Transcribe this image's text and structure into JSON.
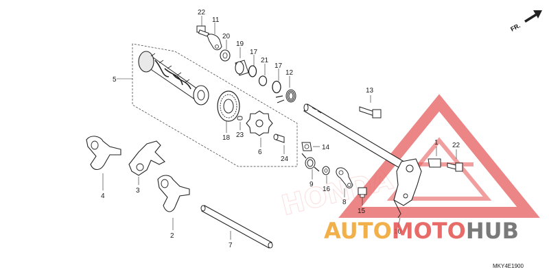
{
  "diagram": {
    "direction_label": "FR.",
    "diagram_code": "MKY4E1900",
    "colors": {
      "line": "#222222",
      "watermark": "#e34b4b",
      "brand_orange": "#f0a22a",
      "brand_red": "#e3514d",
      "brand_gray": "#6b6b6b"
    },
    "watermark": {
      "brand_part1": "AUTO",
      "brand_part2": "MOTO",
      "brand_part3": "HUB",
      "faded_text": "HONDA"
    },
    "callouts": [
      "22",
      "11",
      "20",
      "19",
      "17",
      "21",
      "17",
      "12",
      "5",
      "18",
      "23",
      "6",
      "24",
      "13",
      "14",
      "9",
      "16",
      "8",
      "15",
      "1",
      "22",
      "10",
      "4",
      "3",
      "2",
      "7"
    ]
  }
}
